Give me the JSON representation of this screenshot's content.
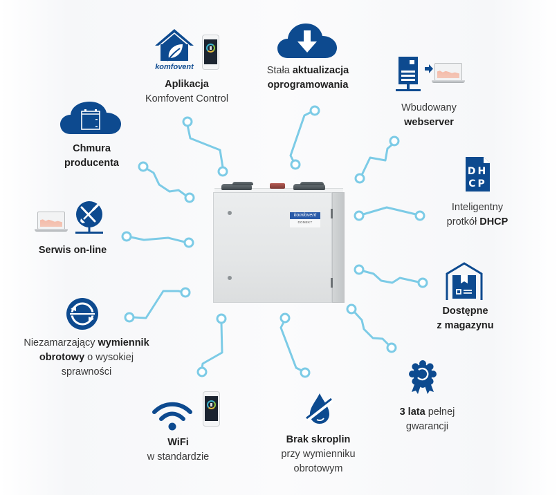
{
  "title": "Komfovent Domekt – funkcje",
  "colors": {
    "icon_blue": "#0d4a8f",
    "connector_cyan": "#7ccbe6",
    "text_dark": "#2d2d2d",
    "background": "#ffffff",
    "device_label_blue": "#2a5ba8"
  },
  "device": {
    "name": "central-ventilation-unit",
    "brand_label": "komfovent",
    "model_label": "DOMEKT"
  },
  "features": [
    {
      "id": "app",
      "icon": "house-leaf-icon",
      "extra_icon": "smartphone-icon",
      "brand_text": "komfovent",
      "lines": [
        [
          {
            "text": "Aplikacja",
            "bold": true
          }
        ],
        [
          {
            "text": "Komfovent Control",
            "bold": false
          }
        ]
      ]
    },
    {
      "id": "updates",
      "icon": "cloud-download-icon",
      "lines": [
        [
          {
            "text": "Stała ",
            "bold": false
          },
          {
            "text": "aktualizacja",
            "bold": true
          }
        ],
        [
          {
            "text": "oprogramowania",
            "bold": true
          }
        ]
      ]
    },
    {
      "id": "webserver",
      "icon": "server-to-laptop-icon",
      "lines": [
        [
          {
            "text": "Wbudowany",
            "bold": false
          }
        ],
        [
          {
            "text": "webserver",
            "bold": true
          }
        ]
      ]
    },
    {
      "id": "dhcp",
      "icon": "dhcp-document-icon",
      "icon_text": [
        "DH",
        "CP"
      ],
      "lines": [
        [
          {
            "text": "Inteligentny",
            "bold": false
          }
        ],
        [
          {
            "text": "protkół ",
            "bold": false
          },
          {
            "text": "DHCP",
            "bold": true
          }
        ]
      ]
    },
    {
      "id": "stock",
      "icon": "warehouse-box-icon",
      "lines": [
        [
          {
            "text": "Dostępne",
            "bold": true
          }
        ],
        [
          {
            "text": "z magazynu",
            "bold": true
          }
        ]
      ]
    },
    {
      "id": "warranty",
      "icon": "award-rosette-icon",
      "lines": [
        [
          {
            "text": "3 lata",
            "bold": true
          },
          {
            "text": " pełnej",
            "bold": false
          }
        ],
        [
          {
            "text": "gwarancji",
            "bold": false
          }
        ]
      ]
    },
    {
      "id": "condensate",
      "icon": "no-water-drop-icon",
      "lines": [
        [
          {
            "text": "Brak skroplin",
            "bold": true
          }
        ],
        [
          {
            "text": "przy wymienniku",
            "bold": false
          }
        ],
        [
          {
            "text": "obrotowym",
            "bold": false
          }
        ]
      ]
    },
    {
      "id": "wifi",
      "icon": "wifi-icon",
      "extra_icon": "smartphone-icon",
      "lines": [
        [
          {
            "text": "WiFi",
            "bold": true
          }
        ],
        [
          {
            "text": "w standardzie",
            "bold": false
          }
        ]
      ]
    },
    {
      "id": "exchanger",
      "icon": "rotary-exchanger-icon",
      "lines": [
        [
          {
            "text": "Niezamarzający ",
            "bold": false
          },
          {
            "text": "wymiennik",
            "bold": true
          }
        ],
        [
          {
            "text": "obrotowy",
            "bold": true
          },
          {
            "text": " o wysokiej",
            "bold": false
          }
        ],
        [
          {
            "text": "sprawności",
            "bold": false
          }
        ]
      ]
    },
    {
      "id": "service",
      "icon": "laptop-and-service-tools-icon",
      "lines": [
        [
          {
            "text": "Serwis on-line",
            "bold": true
          }
        ]
      ]
    },
    {
      "id": "cloud",
      "icon": "cloud-server-icon",
      "lines": [
        [
          {
            "text": "Chmura",
            "bold": true
          }
        ],
        [
          {
            "text": "producenta",
            "bold": true
          }
        ]
      ]
    }
  ]
}
